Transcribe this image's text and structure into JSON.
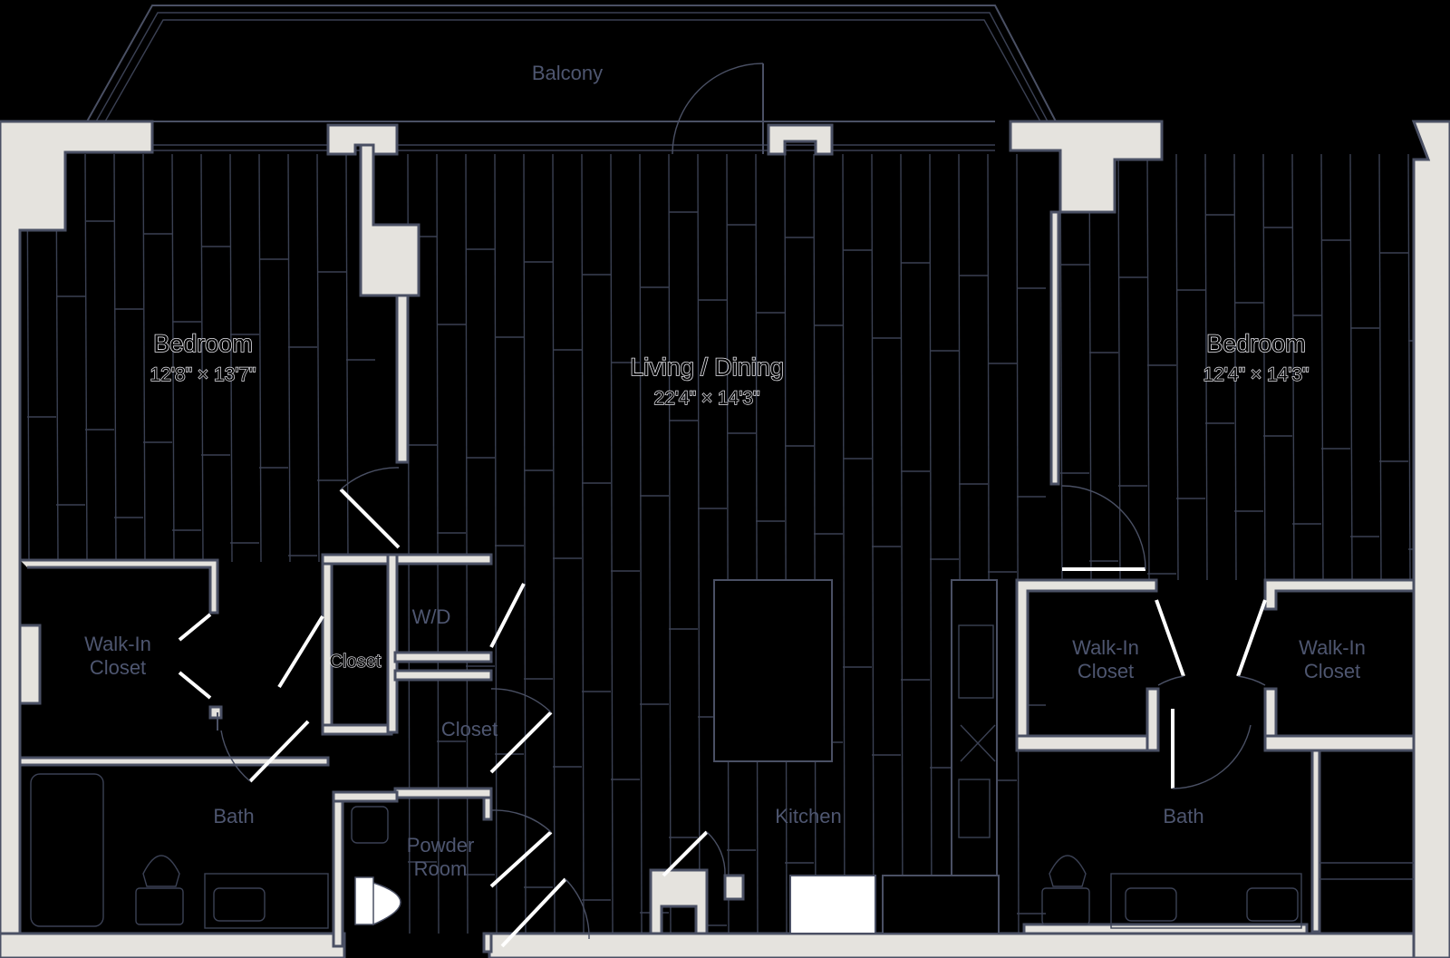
{
  "rooms": {
    "balcony": {
      "name": "Balcony"
    },
    "bedroom_left": {
      "name": "Bedroom",
      "dims": "12'8\" × 13'7\""
    },
    "living": {
      "name": "Living / Dining",
      "dims": "22'4\" × 14'3\""
    },
    "bedroom_right": {
      "name": "Bedroom",
      "dims": "12'4\" × 14'3\""
    },
    "walkin_left": {
      "line1": "Walk-In",
      "line2": "Closet"
    },
    "closet_small": {
      "name": "Closet"
    },
    "wd": {
      "name": "W/D"
    },
    "closet_mid": {
      "name": "Closet"
    },
    "bath_left": {
      "name": "Bath"
    },
    "powder": {
      "line1": "Powder",
      "line2": "Room"
    },
    "kitchen": {
      "name": "Kitchen"
    },
    "walkin_right_a": {
      "line1": "Walk-In",
      "line2": "Closet"
    },
    "walkin_right_b": {
      "line1": "Walk-In",
      "line2": "Closet"
    },
    "bath_right": {
      "name": "Bath"
    }
  },
  "colors": {
    "background": "#000000",
    "wall_fill": "#e5e3de",
    "linework": "#4a5064",
    "room_text": "#4e5670",
    "door_leaf": "#ffffff"
  }
}
